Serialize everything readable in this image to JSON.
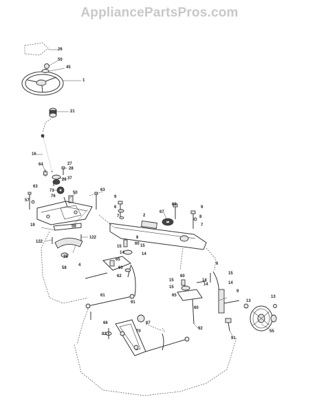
{
  "watermark": "AppliancePartsPros.com",
  "callouts": [
    "26",
    "50",
    "45",
    "1",
    "21",
    "16",
    "64",
    "27",
    "28",
    "28",
    "37",
    "73",
    "76",
    "50",
    "63",
    "57",
    "63",
    "19",
    "59",
    "122",
    "122",
    "35",
    "58",
    "9",
    "6",
    "7",
    "2",
    "67",
    "68",
    "9",
    "8",
    "7",
    "8",
    "60",
    "15",
    "14",
    "15",
    "14",
    "65",
    "4",
    "60",
    "62",
    "91",
    "61",
    "66",
    "67",
    "70",
    "82",
    "60",
    "15",
    "14",
    "15",
    "14",
    "65",
    "60",
    "92",
    "6",
    "15",
    "14",
    "9",
    "13",
    "13",
    "91",
    "55"
  ]
}
